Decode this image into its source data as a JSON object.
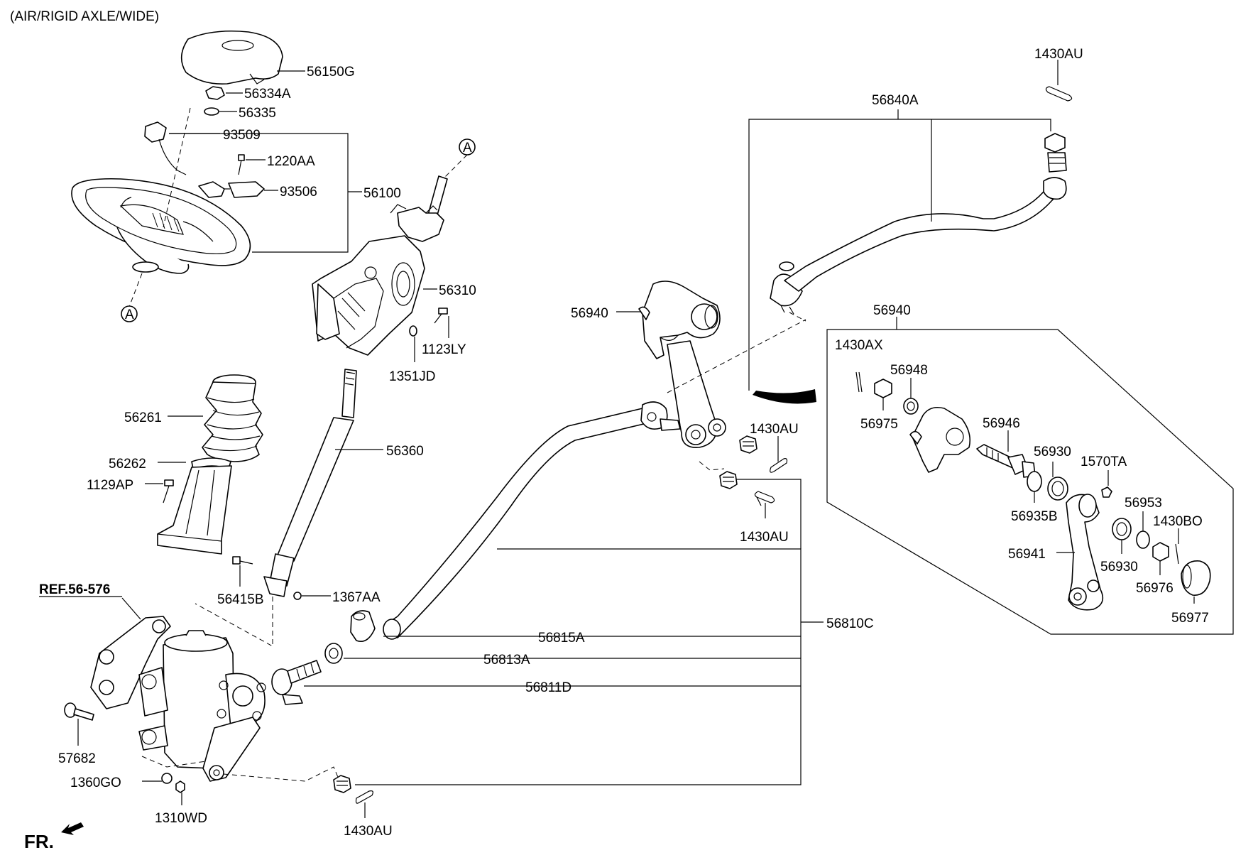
{
  "title": "(AIR/RIGID AXLE/WIDE)",
  "ref_label": "REF.56-576",
  "front_label": "FR.",
  "markers": {
    "a_top": "A",
    "a_bottom": "A"
  },
  "parts": {
    "p56150G": "56150G",
    "p56334A": "56334A",
    "p56335": "56335",
    "p93509": "93509",
    "p1220AA": "1220AA",
    "p93506": "93506",
    "p56100": "56100",
    "p56310": "56310",
    "p1123LY": "1123LY",
    "p1351JD": "1351JD",
    "p56261": "56261",
    "p56262": "56262",
    "p1129AP": "1129AP",
    "p56360": "56360",
    "p56415B": "56415B",
    "p1367AA": "1367AA",
    "p57682": "57682",
    "p1360GO": "1360GO",
    "p1310WD": "1310WD",
    "p1430AU_bottom": "1430AU",
    "p56815A": "56815A",
    "p56813A": "56813A",
    "p56811D": "56811D",
    "p56810C": "56810C",
    "p1430AU_mid": "1430AU",
    "p1430AU_upper": "1430AU",
    "p56940_left": "56940",
    "p56840A": "56840A",
    "p1430AU_top": "1430AU",
    "p56940_right": "56940",
    "p1430AX": "1430AX",
    "p56948": "56948",
    "p56975": "56975",
    "p56946": "56946",
    "p56930_upper": "56930",
    "p1570TA": "1570TA",
    "p56935B": "56935B",
    "p56953": "56953",
    "p1430BO": "1430BO",
    "p56941": "56941",
    "p56930_lower": "56930",
    "p56976": "56976",
    "p56977": "56977"
  }
}
